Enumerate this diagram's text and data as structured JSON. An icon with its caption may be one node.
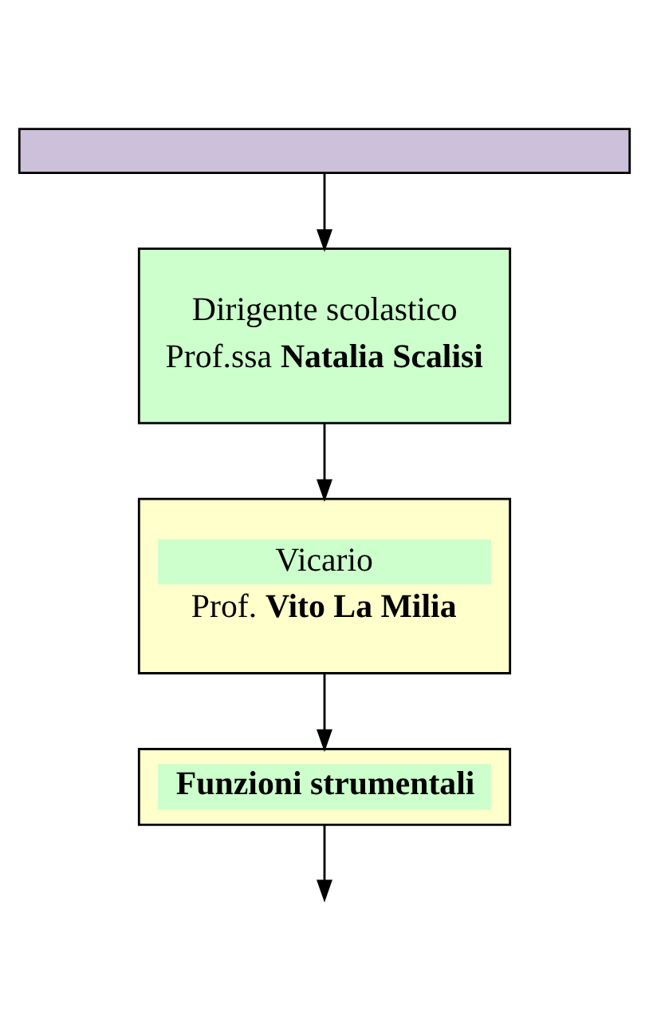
{
  "diagram": {
    "nodes": [
      {
        "text": [],
        "shape": "box"
      },
      {
        "text": [
          "Dirigente scolastico",
          "Prof.ssa **Natalia Scalisi**"
        ]
      },
      {
        "text": [
          "Vicario",
          "Prof. **Vito La Milia**"
        ]
      },
      {
        "text": [
          "Funzioni strumentali"
        ]
      }
    ],
    "edges": [
      {
        "from": 0,
        "to": 1,
        "arrow": "to"
      },
      {
        "from": 1,
        "to": 2,
        "arrow": "to"
      },
      {
        "from": 2,
        "to": 3,
        "arrow": "to"
      },
      {
        "from": 3,
        "to": null,
        "arrow": "to"
      }
    ]
  }
}
